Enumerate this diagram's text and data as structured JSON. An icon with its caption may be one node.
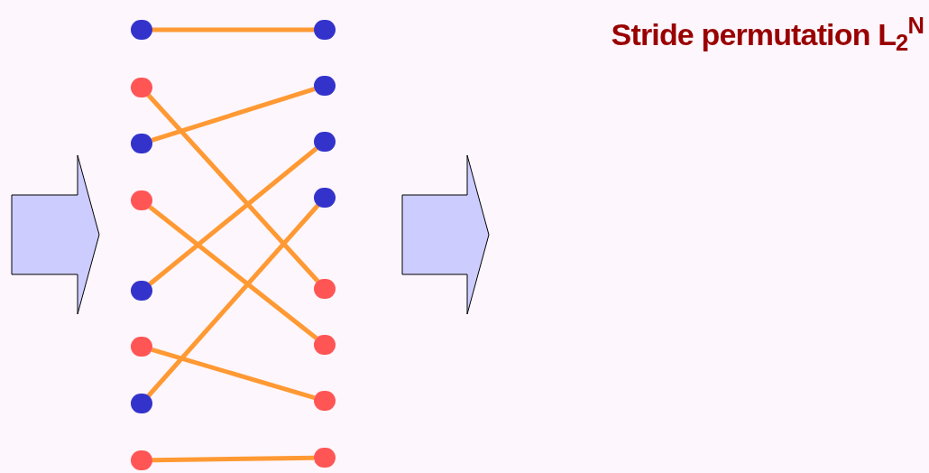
{
  "diagram": {
    "title": "Stride permutation L$_{2}$$^{N}$",
    "nodes": [
      {
        "text": [],
        "shape": "circle"
      },
      {
        "text": [],
        "shape": "circle"
      },
      {
        "text": [],
        "shape": "circle"
      },
      {
        "text": [],
        "shape": "circle"
      },
      {
        "text": [],
        "shape": "circle"
      },
      {
        "text": [],
        "shape": "circle"
      },
      {
        "text": [],
        "shape": "circle"
      },
      {
        "text": [],
        "shape": "circle"
      },
      {
        "text": [],
        "shape": "circle"
      },
      {
        "text": [],
        "shape": "circle"
      },
      {
        "text": [],
        "shape": "circle"
      },
      {
        "text": [],
        "shape": "circle"
      },
      {
        "text": [],
        "shape": "circle"
      },
      {
        "text": [],
        "shape": "circle"
      },
      {
        "text": [],
        "shape": "circle"
      },
      {
        "text": [],
        "shape": "circle"
      }
    ],
    "edges": [
      {
        "from": 0,
        "to": 8,
        "arrow": "none"
      },
      {
        "from": 1,
        "to": 12,
        "arrow": "none"
      },
      {
        "from": 2,
        "to": 9,
        "arrow": "none"
      },
      {
        "from": 3,
        "to": 13,
        "arrow": "none"
      },
      {
        "from": 4,
        "to": 10,
        "arrow": "none"
      },
      {
        "from": 5,
        "to": 14,
        "arrow": "none"
      },
      {
        "from": 6,
        "to": 11,
        "arrow": "none"
      },
      {
        "from": 7,
        "to": 15,
        "arrow": "none"
      }
    ]
  }
}
